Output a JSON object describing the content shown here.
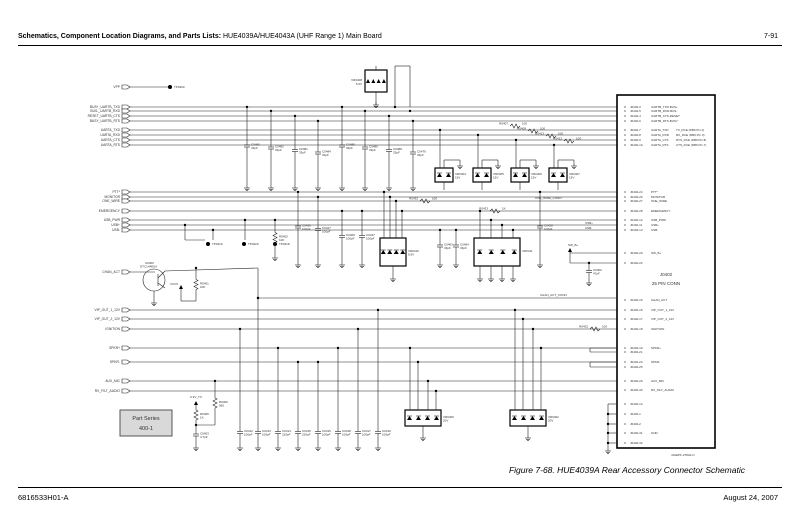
{
  "header": {
    "title_bold": "Schematics, Component Location Diagrams, and Parts Lists:",
    "title_rest": "HUE4039A/HUE4043A (UHF Range 1) Main Board",
    "page_number": "7-91"
  },
  "left_nets": [
    "VPP",
    "BUS+_UARTB_TXD",
    "BUS-_UARTB_RXD",
    "RESET_UARTB_CTS",
    "BUSY_UARTB_RTS",
    "UARTA_TXD",
    "UARTA_RXD",
    "UARTA_CTS",
    "UARTA_RTS",
    "PTT*",
    "MONITOR",
    "ONE_WIRE",
    "EMERGENCY",
    "USB_PWR",
    "USB+",
    "USB-",
    "CHAN_ACT",
    "VIP_OUT_1_12V",
    "VIP_OUT_2_12V",
    "IGNITION",
    "SPKR+",
    "SPKR-",
    "AUX_MIC",
    "RX_FILT_AUDIO"
  ],
  "connector": {
    "ref": "J0402",
    "name": "25 PIN CONN",
    "doc_number": "MAEPF-27842-O",
    "pins": [
      {
        "pin": "J0402-3",
        "signal": "UARTB_TXD-BUS+",
        "alt": ""
      },
      {
        "pin": "J0402-5",
        "signal": "UARTB_RXD-BUS-",
        "alt": ""
      },
      {
        "pin": "J0402-4",
        "signal": "UARTB_CTS-RESET",
        "alt": ""
      },
      {
        "pin": "J0402-6",
        "signal": "UARTB_RTS-BUSY",
        "alt": ""
      },
      {
        "pin": "J0402-7",
        "signal": "UARTA_TXD",
        "alt": "TX_DCE (DB9 Pin 2)"
      },
      {
        "pin": "J0402-8",
        "signal": "UARTA_RXD",
        "alt": "RX_DCE (DB9 Pin 3)"
      },
      {
        "pin": "J0402-9",
        "signal": "UARTA_CTS",
        "alt": "RTS_DCE (DB9 Pin 8)"
      },
      {
        "pin": "J0402-10",
        "signal": "UARTA_RTS",
        "alt": "CTS_DCE (DB9 Pin 7)"
      },
      {
        "pin": "J0402-24",
        "signal": "PTT*",
        "alt": ""
      },
      {
        "pin": "J0402-26",
        "signal": "MONITOR",
        "alt": ""
      },
      {
        "pin": "J0402-27",
        "signal": "ONE_WIRE",
        "alt": ""
      },
      {
        "pin": "J0402-28",
        "signal": "EMERGENCY",
        "alt": ""
      },
      {
        "pin": "J0402-12",
        "signal": "USB_PWR",
        "alt": ""
      },
      {
        "pin": "J0402-11",
        "signal": "USB+",
        "alt": ""
      },
      {
        "pin": "J0402-13",
        "signal": "USB-",
        "alt": ""
      },
      {
        "pin": "J0402-20",
        "signal": "SW_B+",
        "alt": ""
      },
      {
        "pin": "J0402-22",
        "signal": "",
        "alt": ""
      },
      {
        "pin": "J0402-15",
        "signal": "CHAN_ACT",
        "alt": ""
      },
      {
        "pin": "J0402-16",
        "signal": "VIP_OUT_1_12V",
        "alt": ""
      },
      {
        "pin": "J0402-17",
        "signal": "VIP_OUT_2_12V",
        "alt": ""
      },
      {
        "pin": "J0402-18",
        "signal": "IGNITION",
        "alt": ""
      },
      {
        "pin": "J0402-19",
        "signal": "SPKR+",
        "alt": ""
      },
      {
        "pin": "J0402-21",
        "signal": "",
        "alt": ""
      },
      {
        "pin": "J0402-23",
        "signal": "SPKR-",
        "alt": ""
      },
      {
        "pin": "J0402-25",
        "signal": "",
        "alt": ""
      },
      {
        "pin": "J0402-29",
        "signal": "AUX_MIC",
        "alt": ""
      },
      {
        "pin": "J0402-30",
        "signal": "RX_FILT_AUDIO",
        "alt": ""
      },
      {
        "pin": "J0402-14",
        "signal": "",
        "alt": ""
      },
      {
        "pin": "J0402-1",
        "signal": "",
        "alt": ""
      },
      {
        "pin": "J0402-2",
        "signal": "",
        "alt": ""
      },
      {
        "pin": "J0402-31",
        "signal": "GND",
        "alt": ""
      },
      {
        "pin": "J0402-32",
        "signal": "",
        "alt": ""
      }
    ]
  },
  "components": {
    "top_caps": [
      {
        "ref": "C0480",
        "val": "33pF"
      },
      {
        "ref": "C0482",
        "val": "33pF"
      },
      {
        "ref": "C0481",
        "val": "33pF"
      },
      {
        "ref": "C0484",
        "val": "33pF"
      },
      {
        "ref": "C0485",
        "val": "33pF"
      },
      {
        "ref": "C0486",
        "val": "33pF"
      },
      {
        "ref": "C0488",
        "val": "33pF"
      },
      {
        "ref": "C0479",
        "val": "33pF"
      }
    ],
    "tvs": [
      {
        "ref": "VR0404",
        "val": "15V"
      },
      {
        "ref": "VR0405",
        "val": "15V"
      },
      {
        "ref": "VR0406",
        "val": "15V"
      },
      {
        "ref": "VR0407",
        "val": "15V"
      }
    ],
    "series_res": [
      {
        "ref": "R0407",
        "val": "100"
      },
      {
        "ref": "R0408",
        "val": "100"
      },
      {
        "ref": "R0413",
        "val": "100"
      },
      {
        "ref": "R0412",
        "val": "100"
      }
    ],
    "mid_caps": [
      {
        "ref": "C0426",
        "val": "100pF"
      },
      {
        "ref": "C0427",
        "val": "100pF"
      },
      {
        "ref": "C0409",
        "val": "100pF"
      },
      {
        "ref": "C0447",
        "val": "100pF"
      },
      {
        "ref": "C0463",
        "val": "33pF"
      },
      {
        "ref": "C0464",
        "val": "33pF"
      },
      {
        "ref": "C0428",
        "val": "100pF"
      }
    ],
    "bottom_caps": [
      {
        "ref": "C0412",
        "val": "100pF"
      },
      {
        "ref": "C0413",
        "val": "100pF"
      },
      {
        "ref": "C0414",
        "val": "220pF"
      },
      {
        "ref": "C0415",
        "val": "220pF"
      },
      {
        "ref": "C0416",
        "val": "100pF"
      },
      {
        "ref": "C0418",
        "val": "100pF"
      },
      {
        "ref": "C0417",
        "val": "100pF"
      },
      {
        "ref": "C0419",
        "val": "100pF"
      }
    ],
    "test_points": [
      "TP0400",
      "TP0419",
      "TP0420",
      "TP0418"
    ],
    "vr0408": {
      "ref": "VR0408",
      "val": "5.6V"
    },
    "vr0410": {
      "ref": "VR0410",
      "val": "5.6V"
    },
    "vr0411": {
      "ref": "VR0411"
    },
    "vr0400": {
      "ref": "VR0400",
      "val": "20V"
    },
    "vr0402": {
      "ref": "VR0402",
      "val": "20V"
    },
    "r0432": {
      "ref": "R0432",
      "val": "100"
    },
    "r0433": {
      "ref": "R0433",
      "val": "1K"
    },
    "r0453": {
      "ref": "R0453",
      "val": "10K"
    },
    "r0401": {
      "ref": "R0401",
      "val": "10K"
    },
    "r0405": {
      "ref": "R0405",
      "val": "1K"
    },
    "r0406": {
      "ref": "R0406",
      "val": "560"
    },
    "c0403": {
      "ref": "C0403",
      "val": "4.7pF"
    },
    "c0402": {
      "ref": "C0402",
      "val": "47pF"
    },
    "u0400": {
      "ref": "U0400",
      "part": "DTC144EKA"
    },
    "net_one_wire_conn": "ONE_WIRE_CONN",
    "net_usb_plus": "USB+",
    "net_usb_minus": "USB-",
    "net_chan_act": "CHAN_ACT_CONN",
    "net_sw_b": "SW_B+",
    "net_vcc5": "VCC5",
    "net_9v3_tx": "9.3V_TX"
  },
  "part_series": {
    "line1": "Part Series",
    "line2": "400-1"
  },
  "caption": "Figure 7-68. HUE4039A Rear Accessory Connector Schematic",
  "footer": {
    "doc": "6816533H01-A",
    "date": "August 24, 2007"
  }
}
